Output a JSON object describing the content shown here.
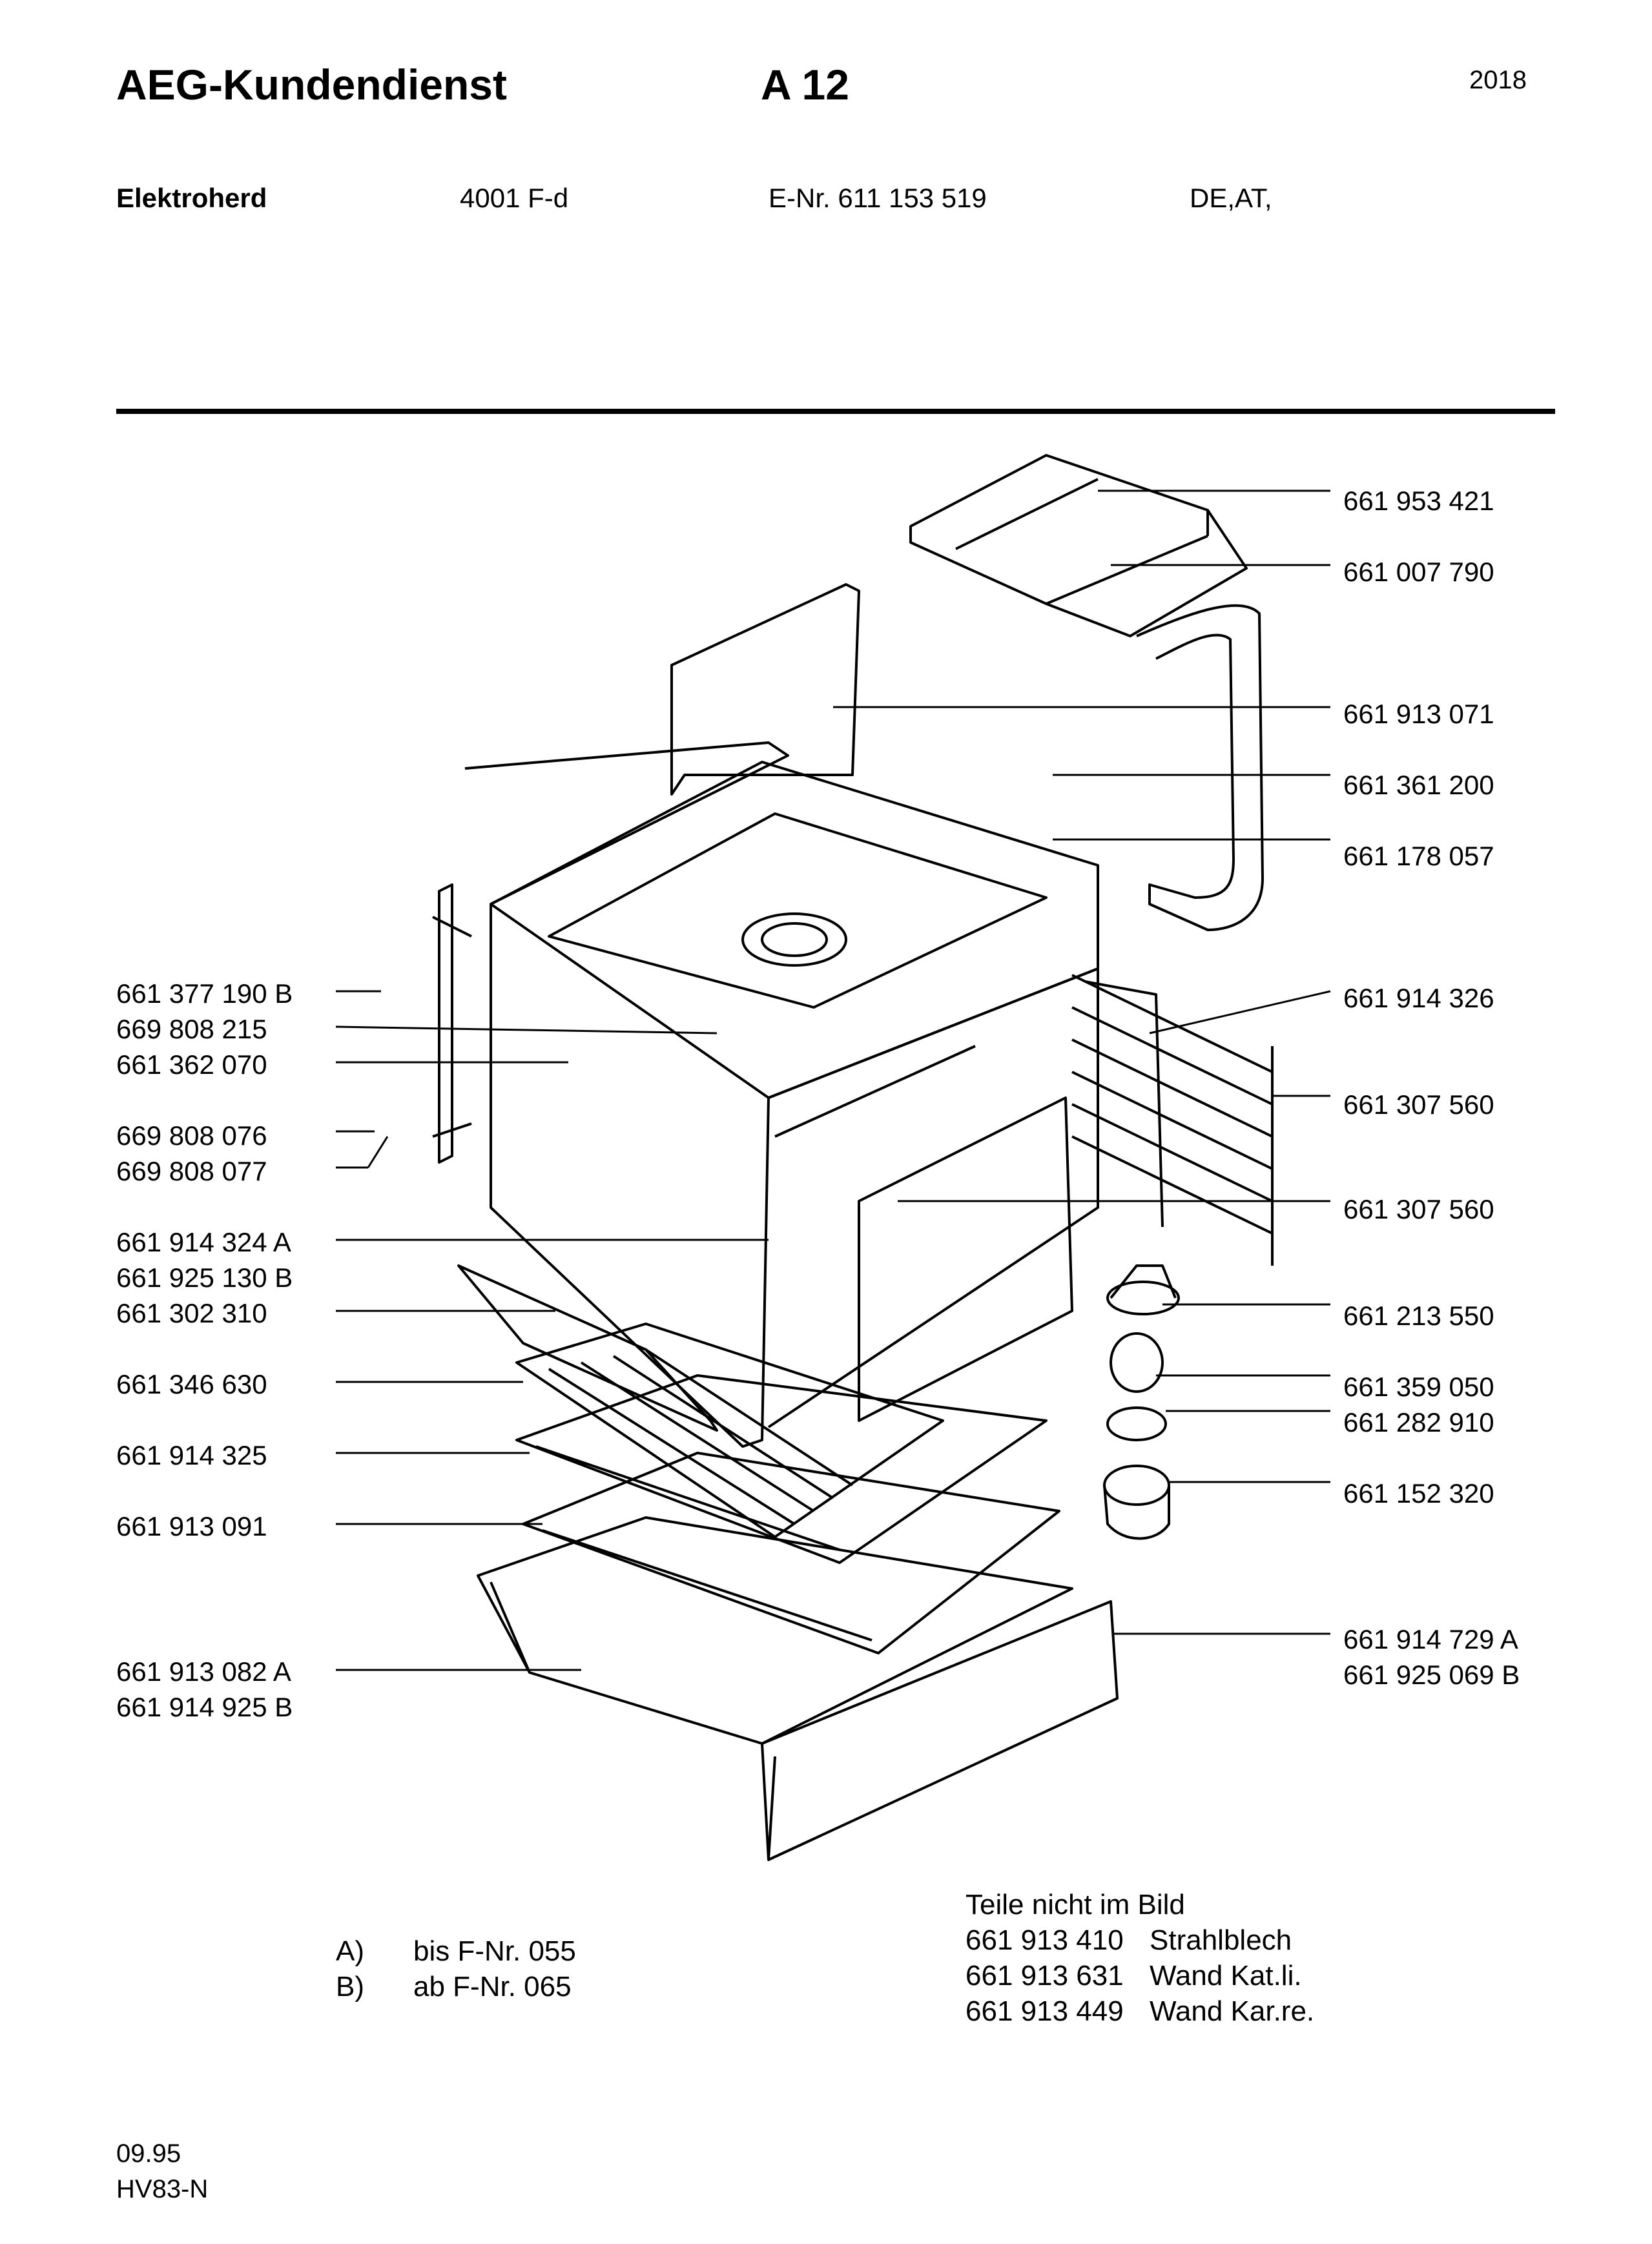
{
  "header": {
    "brand": "AEG-Kundendienst",
    "sheet": "A 12",
    "page_no": "2018",
    "product": "Elektroherd",
    "model": "4001 F-d",
    "e_nr": "E-Nr. 611 153 519",
    "countries": "DE,AT,"
  },
  "parts_left": [
    "661 377 190 B",
    "669 808 215",
    "661 362 070",
    "669 808 076",
    "669 808 077",
    "661 914 324 A",
    "661 925 130 B",
    "661 302 310",
    "661 346 630",
    "661 914 325",
    "661 913 091",
    "661 913 082 A",
    "661 914 925 B"
  ],
  "parts_right": [
    "661 953 421",
    "661 007 790",
    "661 913 071",
    "661 361 200",
    "661 178 057",
    "661 914 326",
    "661 307 560",
    "661 307 560",
    "661 213 550",
    "661 359 050",
    "661 282 910",
    "661 152 320",
    "661 914 729 A",
    "661 925 069 B"
  ],
  "footnotes": {
    "a_key": "A)",
    "a_text": "bis F-Nr. 055",
    "b_key": "B)",
    "b_text": "ab F-Nr. 065"
  },
  "not_shown": {
    "title": "Teile nicht im Bild",
    "items": [
      {
        "nr": "661 913 410",
        "name": "Strahlblech"
      },
      {
        "nr": "661 913 631",
        "name": "Wand Kat.li."
      },
      {
        "nr": "661 913 449",
        "name": "Wand Kar.re."
      }
    ]
  },
  "footer": {
    "date": "09.95",
    "code": "HV83-N"
  }
}
